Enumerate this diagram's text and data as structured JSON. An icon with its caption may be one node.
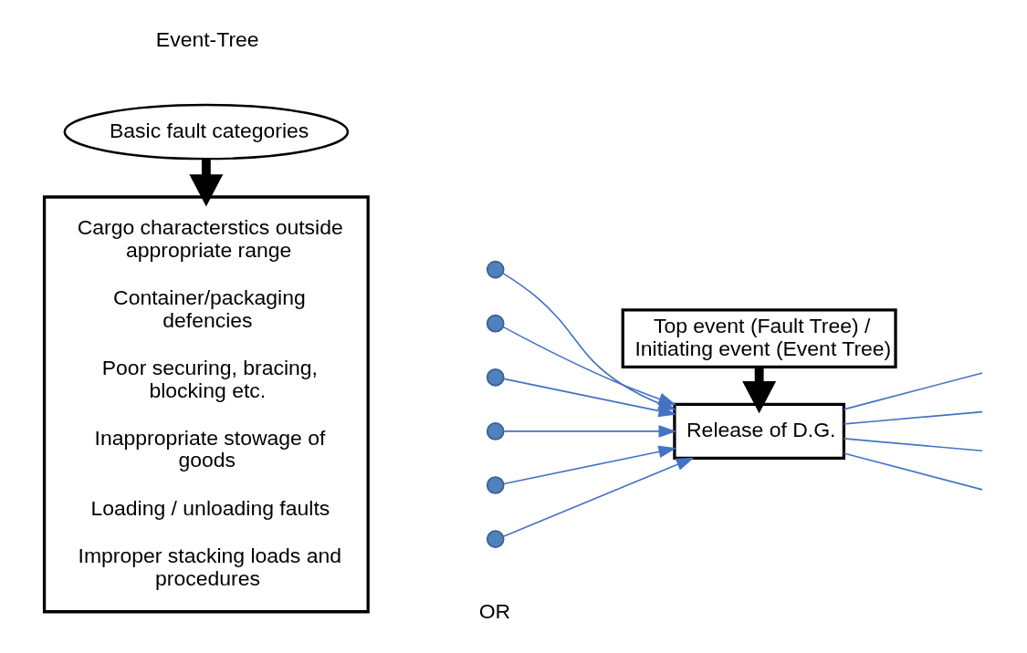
{
  "diagram": {
    "nodes": [
      {
        "text": [
          "Cargo characterstics outside appropriate range",
          "Container/packaging defencies",
          "Poor securing, bracing, blocking etc.",
          "Inappropriate stowage of goods",
          "Loading / unloading faults",
          "Improper stacking loads and procedures"
        ]
      },
      {
        "text": [],
        "shape": "circle"
      },
      {
        "text": [],
        "shape": "circle"
      },
      {
        "text": [],
        "shape": "circle"
      },
      {
        "text": [],
        "shape": "circle"
      },
      {
        "text": [],
        "shape": "circle"
      },
      {
        "text": [],
        "shape": "circle"
      },
      {
        "text": [
          "Release of D.G."
        ]
      },
      {
        "text": [
          "Top event (Fault Tree) / Initiating event (Event Tree)"
        ]
      },
      {
        "text": [
          "Basic fault categories"
        ]
      }
    ],
    "edges": [
      {
        "from": 1,
        "to": 7,
        "arrow": "to"
      },
      {
        "from": 2,
        "to": 7,
        "arrow": "to"
      },
      {
        "from": 3,
        "to": 7,
        "arrow": "to"
      },
      {
        "from": 4,
        "to": 7,
        "arrow": "to"
      },
      {
        "from": 5,
        "to": 7,
        "arrow": "to"
      },
      {
        "from": 6,
        "to": 7,
        "arrow": "to"
      },
      {
        "from": 8,
        "to": 7,
        "arrow": "to",
        "style": "thick",
        "color": "#000000"
      },
      {
        "from": 9,
        "to": 0,
        "arrow": "to",
        "style": "thick",
        "color": "#000000"
      },
      {
        "from": 7,
        "to": null,
        "arrow": "none"
      },
      {
        "from": 7,
        "to": null,
        "arrow": "none"
      },
      {
        "from": 7,
        "to": null,
        "arrow": "none"
      },
      {
        "from": 7,
        "to": null,
        "arrow": "none"
      }
    ],
    "labels": [
      "OR",
      "Event-Tree"
    ]
  }
}
